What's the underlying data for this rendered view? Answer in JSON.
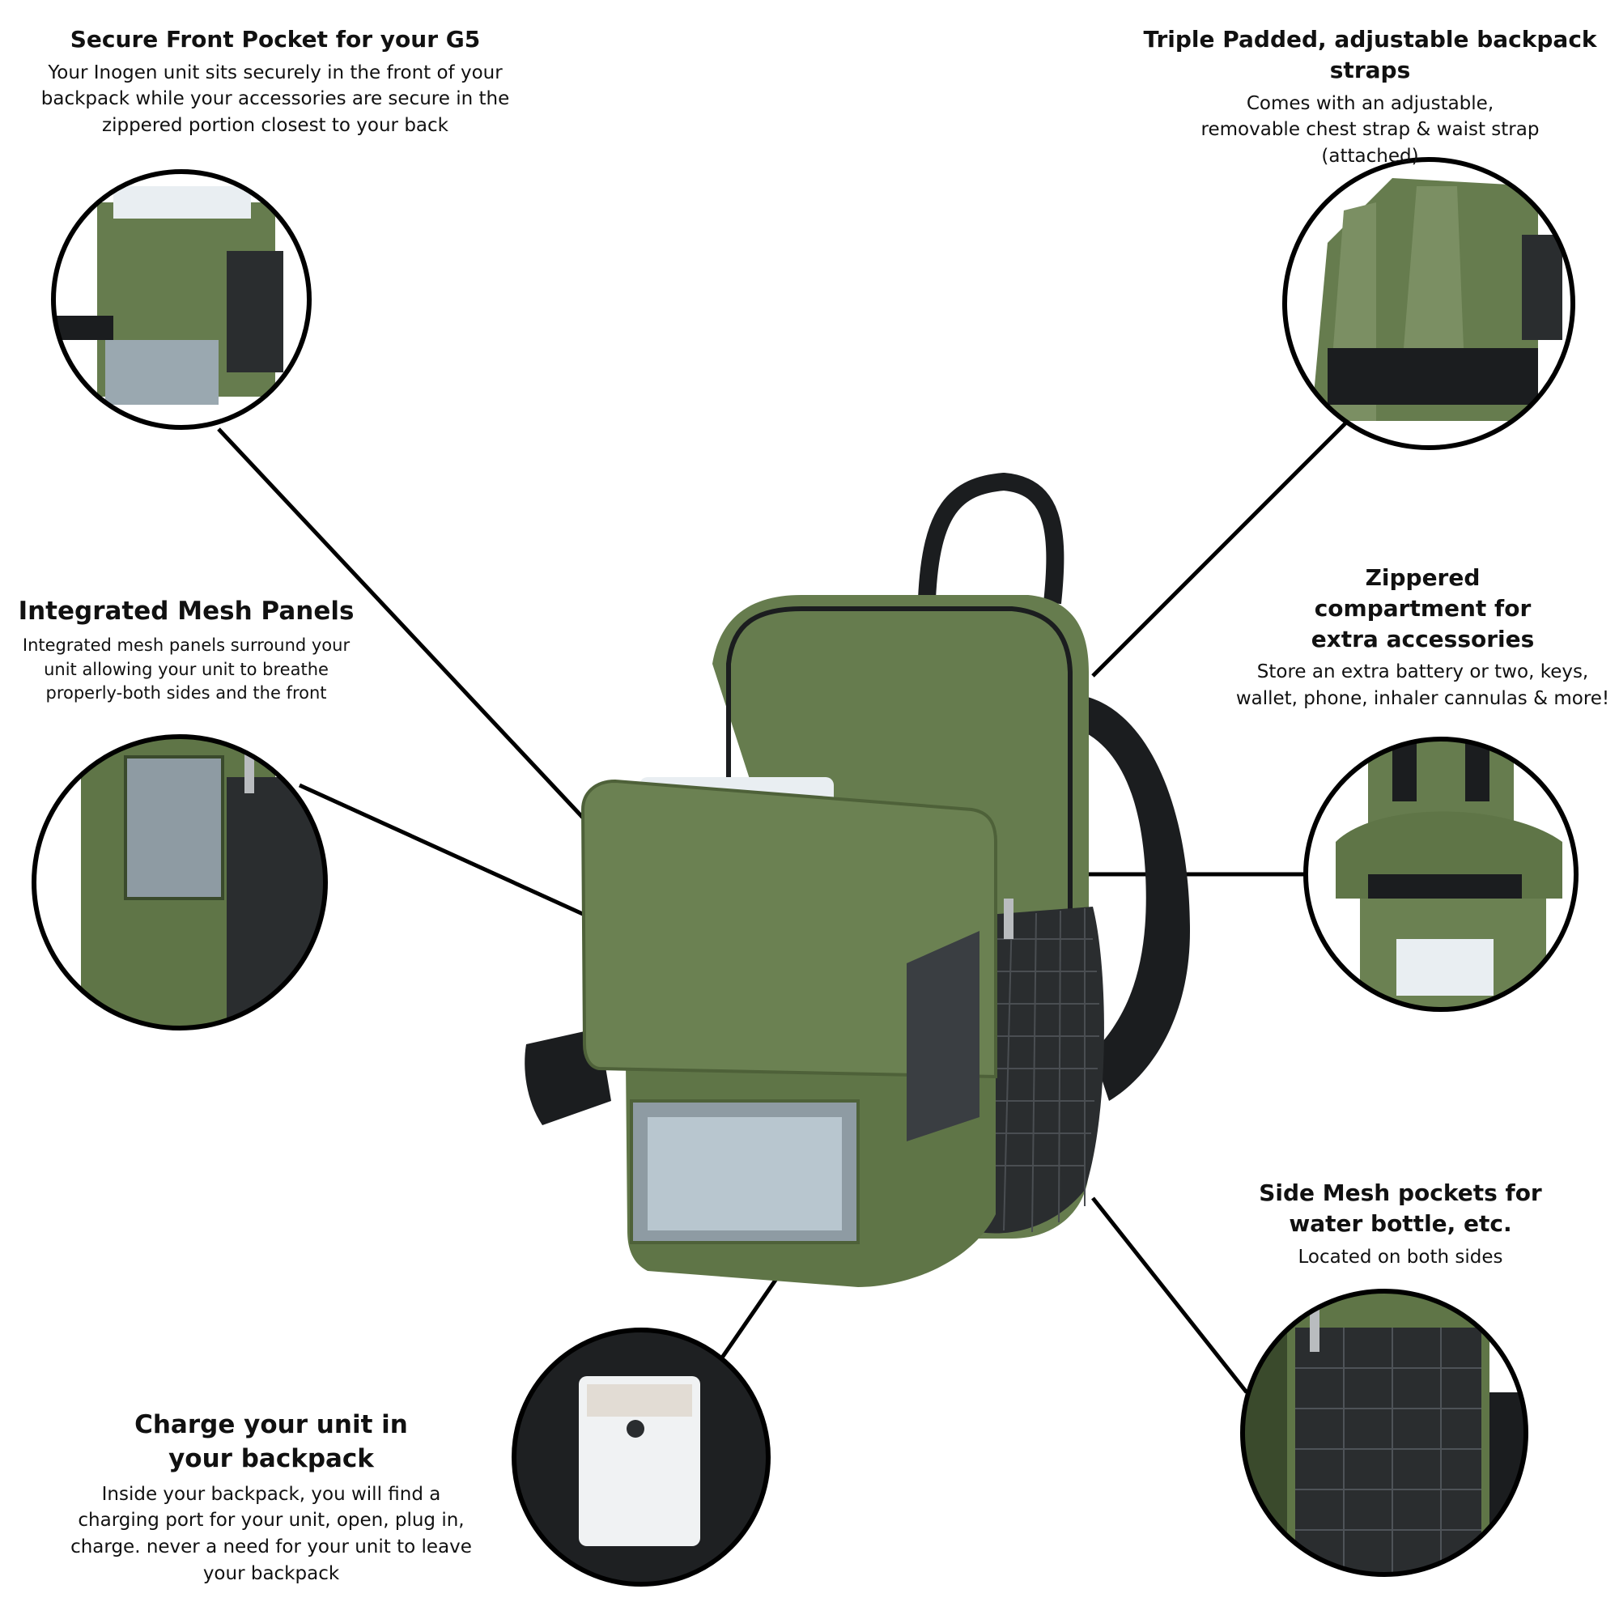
{
  "callouts": {
    "front_pocket": {
      "title": "Secure Front Pocket for your G5",
      "body": "Your Inogen unit sits securely in the front of your backpack while your accessories are secure in the zippered portion closest to your back"
    },
    "straps": {
      "title": "Triple Padded, adjustable backpack straps",
      "body": "Comes with  an adjustable, removable chest strap & waist strap (attached)"
    },
    "mesh_panels": {
      "title": "Integrated Mesh Panels",
      "body": "Integrated mesh panels surround your unit allowing your unit to breathe properly-both sides and the front"
    },
    "zippered_compartment": {
      "title": "Zippered compartment for extra accessories",
      "body": "Store an extra battery or two, keys, wallet, phone, inhaler cannulas & more!"
    },
    "side_mesh": {
      "title": "Side Mesh pockets for water bottle, etc.",
      "body": "Located on both sides"
    },
    "charge": {
      "title": "Charge your unit in your backpack",
      "body": "Inside your backpack, you will find a charging port for your unit, open, plug in, charge. never a need for your unit to leave your backpack"
    }
  },
  "colors": {
    "bag_green": "#667c4e",
    "bag_green_dark": "#4e6139",
    "strap_black": "#1b1d1f",
    "mesh": "#2a2d2f",
    "device_white": "#e9eef2",
    "line": "#000000"
  }
}
